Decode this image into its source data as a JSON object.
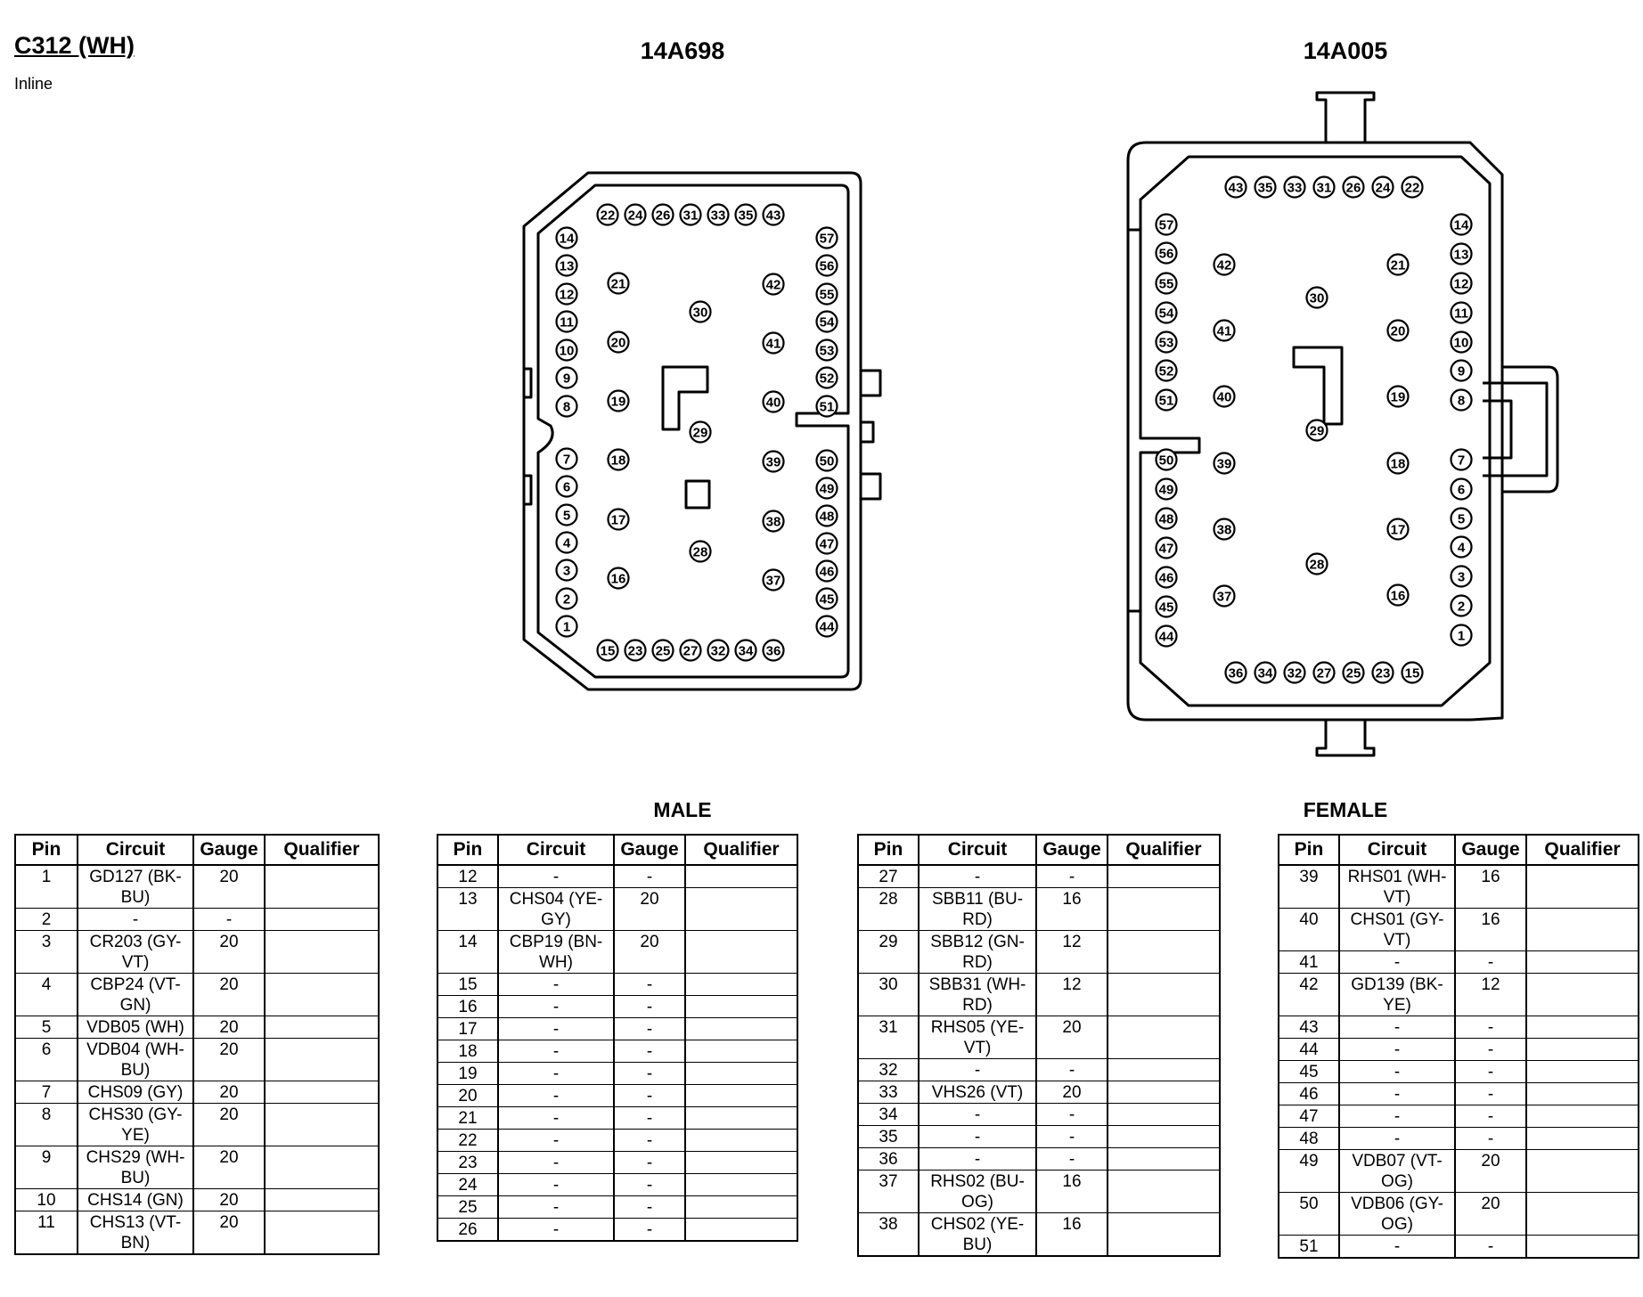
{
  "header": {
    "title": "C312 (WH)",
    "subtitle": "Inline"
  },
  "connectors": [
    {
      "part_number": "14A698",
      "gender_label": "MALE"
    },
    {
      "part_number": "14A005",
      "gender_label": "FEMALE"
    }
  ],
  "table_headers": {
    "pin": "Pin",
    "circuit": "Circuit",
    "gauge": "Gauge",
    "qualifier": "Qualifier"
  },
  "tables": [
    [
      {
        "pin": "1",
        "circuit": "GD127 (BK-BU)",
        "gauge": "20",
        "qualifier": ""
      },
      {
        "pin": "2",
        "circuit": "-",
        "gauge": "-",
        "qualifier": ""
      },
      {
        "pin": "3",
        "circuit": "CR203 (GY-VT)",
        "gauge": "20",
        "qualifier": ""
      },
      {
        "pin": "4",
        "circuit": "CBP24 (VT-GN)",
        "gauge": "20",
        "qualifier": ""
      },
      {
        "pin": "5",
        "circuit": "VDB05 (WH)",
        "gauge": "20",
        "qualifier": ""
      },
      {
        "pin": "6",
        "circuit": "VDB04 (WH-BU)",
        "gauge": "20",
        "qualifier": ""
      },
      {
        "pin": "7",
        "circuit": "CHS09 (GY)",
        "gauge": "20",
        "qualifier": ""
      },
      {
        "pin": "8",
        "circuit": "CHS30 (GY-YE)",
        "gauge": "20",
        "qualifier": ""
      },
      {
        "pin": "9",
        "circuit": "CHS29 (WH-BU)",
        "gauge": "20",
        "qualifier": ""
      },
      {
        "pin": "10",
        "circuit": "CHS14 (GN)",
        "gauge": "20",
        "qualifier": ""
      },
      {
        "pin": "11",
        "circuit": "CHS13 (VT-BN)",
        "gauge": "20",
        "qualifier": ""
      }
    ],
    [
      {
        "pin": "12",
        "circuit": "-",
        "gauge": "-",
        "qualifier": ""
      },
      {
        "pin": "13",
        "circuit": "CHS04 (YE-GY)",
        "gauge": "20",
        "qualifier": ""
      },
      {
        "pin": "14",
        "circuit": "CBP19 (BN-WH)",
        "gauge": "20",
        "qualifier": ""
      },
      {
        "pin": "15",
        "circuit": "-",
        "gauge": "-",
        "qualifier": ""
      },
      {
        "pin": "16",
        "circuit": "-",
        "gauge": "-",
        "qualifier": ""
      },
      {
        "pin": "17",
        "circuit": "-",
        "gauge": "-",
        "qualifier": ""
      },
      {
        "pin": "18",
        "circuit": "-",
        "gauge": "-",
        "qualifier": ""
      },
      {
        "pin": "19",
        "circuit": "-",
        "gauge": "-",
        "qualifier": ""
      },
      {
        "pin": "20",
        "circuit": "-",
        "gauge": "-",
        "qualifier": ""
      },
      {
        "pin": "21",
        "circuit": "-",
        "gauge": "-",
        "qualifier": ""
      },
      {
        "pin": "22",
        "circuit": "-",
        "gauge": "-",
        "qualifier": ""
      },
      {
        "pin": "23",
        "circuit": "-",
        "gauge": "-",
        "qualifier": ""
      },
      {
        "pin": "24",
        "circuit": "-",
        "gauge": "-",
        "qualifier": ""
      },
      {
        "pin": "25",
        "circuit": "-",
        "gauge": "-",
        "qualifier": ""
      },
      {
        "pin": "26",
        "circuit": "-",
        "gauge": "-",
        "qualifier": ""
      }
    ],
    [
      {
        "pin": "27",
        "circuit": "-",
        "gauge": "-",
        "qualifier": ""
      },
      {
        "pin": "28",
        "circuit": "SBB11 (BU-RD)",
        "gauge": "16",
        "qualifier": ""
      },
      {
        "pin": "29",
        "circuit": "SBB12 (GN-RD)",
        "gauge": "12",
        "qualifier": ""
      },
      {
        "pin": "30",
        "circuit": "SBB31 (WH-RD)",
        "gauge": "12",
        "qualifier": ""
      },
      {
        "pin": "31",
        "circuit": "RHS05 (YE-VT)",
        "gauge": "20",
        "qualifier": ""
      },
      {
        "pin": "32",
        "circuit": "-",
        "gauge": "-",
        "qualifier": ""
      },
      {
        "pin": "33",
        "circuit": "VHS26 (VT)",
        "gauge": "20",
        "qualifier": ""
      },
      {
        "pin": "34",
        "circuit": "-",
        "gauge": "-",
        "qualifier": ""
      },
      {
        "pin": "35",
        "circuit": "-",
        "gauge": "-",
        "qualifier": ""
      },
      {
        "pin": "36",
        "circuit": "-",
        "gauge": "-",
        "qualifier": ""
      },
      {
        "pin": "37",
        "circuit": "RHS02 (BU-OG)",
        "gauge": "16",
        "qualifier": ""
      },
      {
        "pin": "38",
        "circuit": "CHS02 (YE-BU)",
        "gauge": "16",
        "qualifier": ""
      }
    ],
    [
      {
        "pin": "39",
        "circuit": "RHS01 (WH-VT)",
        "gauge": "16",
        "qualifier": ""
      },
      {
        "pin": "40",
        "circuit": "CHS01 (GY-VT)",
        "gauge": "16",
        "qualifier": ""
      },
      {
        "pin": "41",
        "circuit": "-",
        "gauge": "-",
        "qualifier": ""
      },
      {
        "pin": "42",
        "circuit": "GD139 (BK-YE)",
        "gauge": "12",
        "qualifier": ""
      },
      {
        "pin": "43",
        "circuit": "-",
        "gauge": "-",
        "qualifier": ""
      },
      {
        "pin": "44",
        "circuit": "-",
        "gauge": "-",
        "qualifier": ""
      },
      {
        "pin": "45",
        "circuit": "-",
        "gauge": "-",
        "qualifier": ""
      },
      {
        "pin": "46",
        "circuit": "-",
        "gauge": "-",
        "qualifier": ""
      },
      {
        "pin": "47",
        "circuit": "-",
        "gauge": "-",
        "qualifier": ""
      },
      {
        "pin": "48",
        "circuit": "-",
        "gauge": "-",
        "qualifier": ""
      },
      {
        "pin": "49",
        "circuit": "VDB07 (VT-OG)",
        "gauge": "20",
        "qualifier": ""
      },
      {
        "pin": "50",
        "circuit": "VDB06 (GY-OG)",
        "gauge": "20",
        "qualifier": ""
      },
      {
        "pin": "51",
        "circuit": "-",
        "gauge": "-",
        "qualifier": ""
      }
    ]
  ],
  "pin_labels": [
    "1",
    "2",
    "3",
    "4",
    "5",
    "6",
    "7",
    "8",
    "9",
    "10",
    "11",
    "12",
    "13",
    "14",
    "15",
    "16",
    "17",
    "18",
    "19",
    "20",
    "21",
    "22",
    "23",
    "24",
    "25",
    "26",
    "27",
    "28",
    "29",
    "30",
    "31",
    "32",
    "33",
    "34",
    "35",
    "36",
    "37",
    "38",
    "39",
    "40",
    "41",
    "42",
    "43",
    "44",
    "45",
    "46",
    "47",
    "48",
    "49",
    "50",
    "51",
    "52",
    "53",
    "54",
    "55",
    "56",
    "57"
  ]
}
